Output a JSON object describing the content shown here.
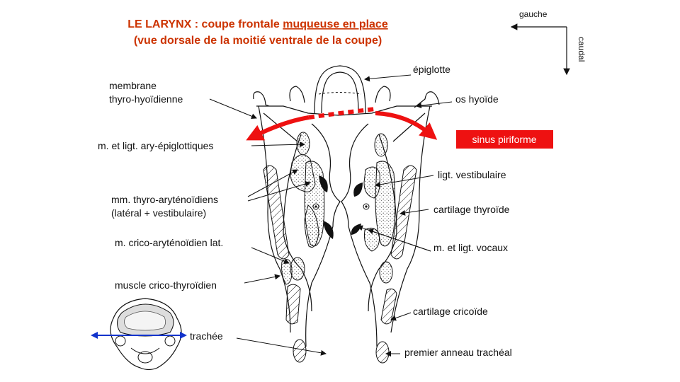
{
  "title": {
    "line1_prefix": "LE LARYNX : coupe frontale ",
    "line1_underlined": "muqueuse en place",
    "line2": "(vue dorsale de la moitié ventrale de la coupe)"
  },
  "orientation": {
    "left": "gauche",
    "down": "caudal"
  },
  "labels": {
    "epiglotte": "épiglotte",
    "membrane_line1": "membrane",
    "membrane_line2": "thyro-hyoïdienne",
    "os_hyoide": "os hyoïde",
    "ary_epiglottiques": "m. et ligt. ary-épiglottiques",
    "sinus_piriforme": "sinus piriforme",
    "ligt_vestibulaire": "ligt. vestibulaire",
    "thyro_ary_line1": "mm. thyro-aryténoïdiens",
    "thyro_ary_line2": "(latéral + vestibulaire)",
    "cartilage_thyroide": "cartilage thyroïde",
    "crico_ary": "m. crico-aryténoïdien  lat.",
    "vocaux": "m. et ligt. vocaux",
    "crico_thyroidien": "muscle crico-thyroïdien",
    "cartilage_cricoide": "cartilage cricoïde",
    "trachee": "trachée",
    "premier_anneau": "premier anneau trachéal"
  },
  "colors": {
    "title": "#cc3300",
    "sinus_box": "#ee1111",
    "sinus_arrow": "#ee1111",
    "inset_arrow": "#1133cc"
  }
}
